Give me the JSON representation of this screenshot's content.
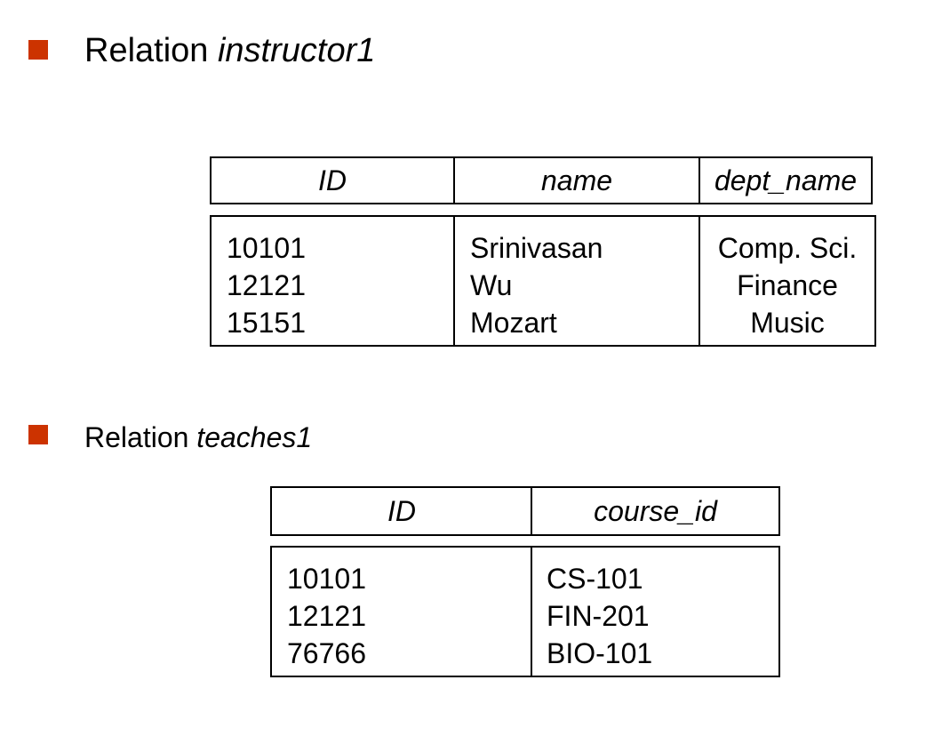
{
  "bullet_color": "#cc3300",
  "sections": [
    {
      "heading_prefix": "Relation ",
      "relation_name": "instructor1",
      "columns": [
        "ID",
        "name",
        "dept_name"
      ],
      "rows": [
        [
          "10101",
          "Srinivasan",
          "Comp. Sci."
        ],
        [
          "12121",
          "Wu",
          "Finance"
        ],
        [
          "15151",
          "Mozart",
          "Music"
        ]
      ]
    },
    {
      "heading_prefix": "Relation ",
      "relation_name": "teaches1",
      "columns": [
        "ID",
        "course_id"
      ],
      "rows": [
        [
          "10101",
          "CS-101"
        ],
        [
          "12121",
          "FIN-201"
        ],
        [
          "76766",
          "BIO-101"
        ]
      ]
    }
  ]
}
